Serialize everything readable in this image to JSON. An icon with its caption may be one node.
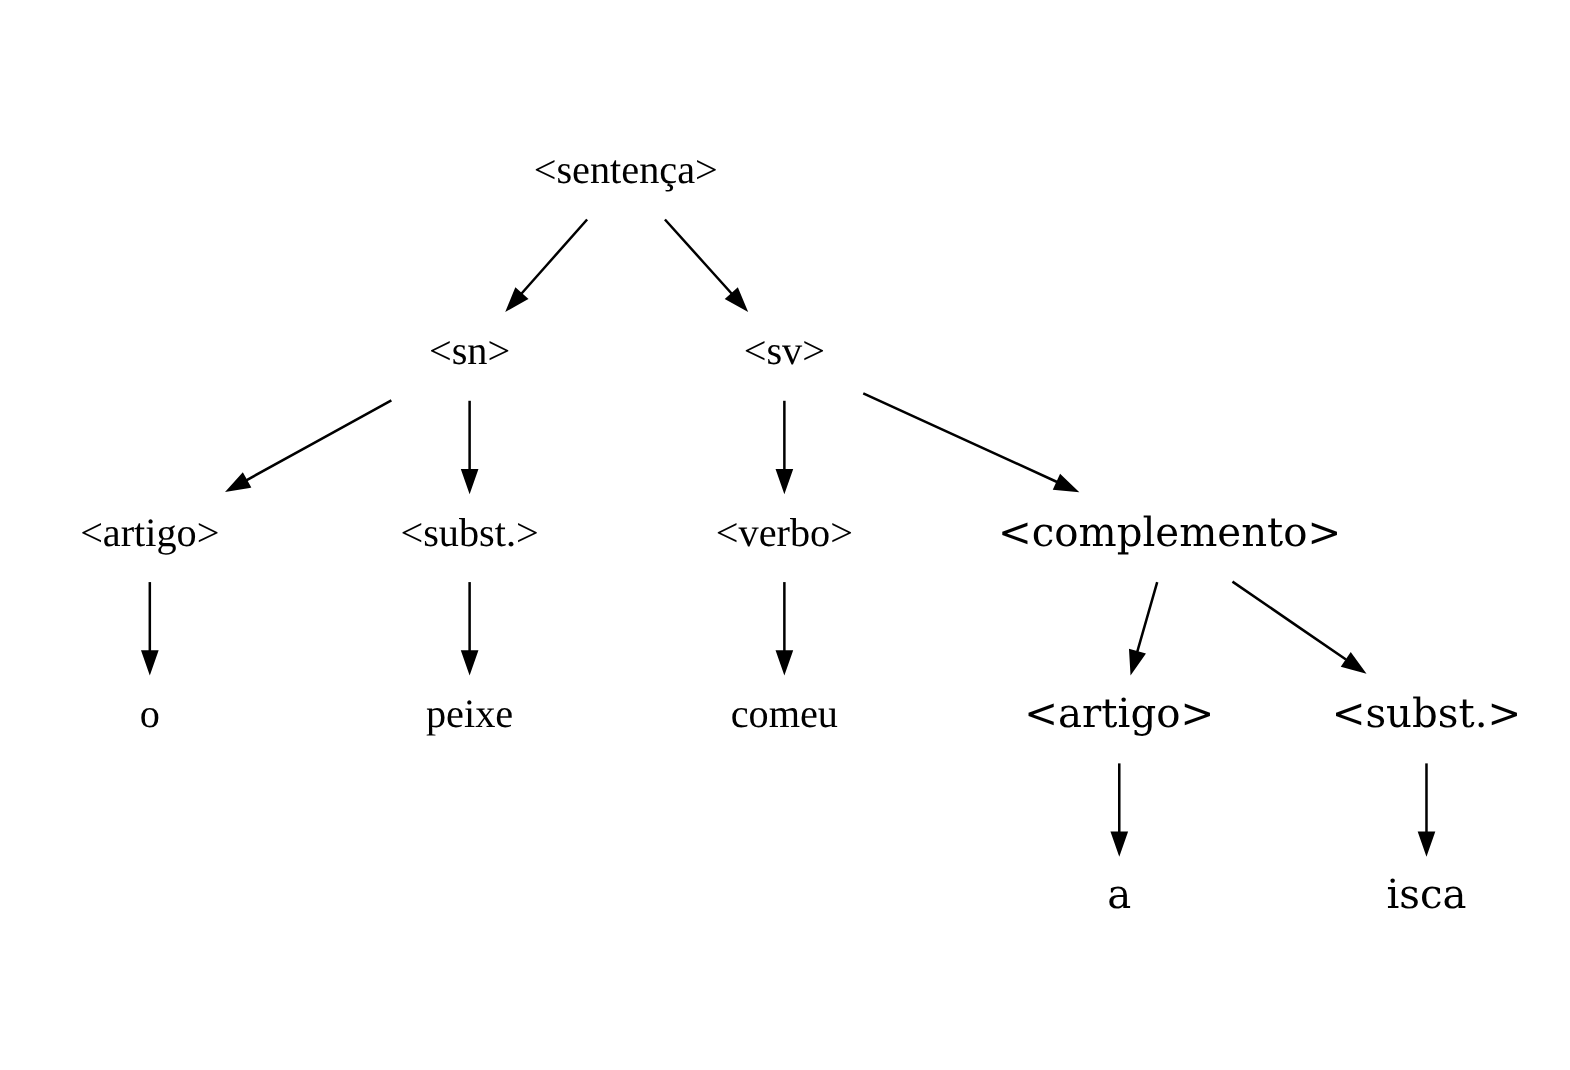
{
  "diagram": {
    "nodes": [
      {
        "text": [
          "<sentença>"
        ]
      },
      {
        "text": [
          "<sn>"
        ]
      },
      {
        "text": [
          "<sv>"
        ]
      },
      {
        "text": [
          "<artigo>"
        ]
      },
      {
        "text": [
          "<subst.>"
        ]
      },
      {
        "text": [
          "<verbo>"
        ]
      },
      {
        "text": [
          "<complemento>"
        ]
      },
      {
        "text": [
          "o"
        ]
      },
      {
        "text": [
          "peixe"
        ]
      },
      {
        "text": [
          "comeu"
        ]
      },
      {
        "text": [
          "<artigo>"
        ]
      },
      {
        "text": [
          "<subst.>"
        ]
      },
      {
        "text": [
          "a"
        ]
      },
      {
        "text": [
          "isca"
        ]
      }
    ],
    "edges": [
      {
        "from": 0,
        "to": 1,
        "arrow": "to"
      },
      {
        "from": 0,
        "to": 2,
        "arrow": "to"
      },
      {
        "from": 1,
        "to": 3,
        "arrow": "to"
      },
      {
        "from": 1,
        "to": 4,
        "arrow": "to"
      },
      {
        "from": 2,
        "to": 5,
        "arrow": "to"
      },
      {
        "from": 2,
        "to": 6,
        "arrow": "to"
      },
      {
        "from": 3,
        "to": 7,
        "arrow": "to"
      },
      {
        "from": 4,
        "to": 8,
        "arrow": "to"
      },
      {
        "from": 5,
        "to": 9,
        "arrow": "to"
      },
      {
        "from": 6,
        "to": 10,
        "arrow": "to"
      },
      {
        "from": 6,
        "to": 11,
        "arrow": "to"
      },
      {
        "from": 10,
        "to": 12,
        "arrow": "to"
      },
      {
        "from": 11,
        "to": 13,
        "arrow": "to"
      }
    ]
  }
}
